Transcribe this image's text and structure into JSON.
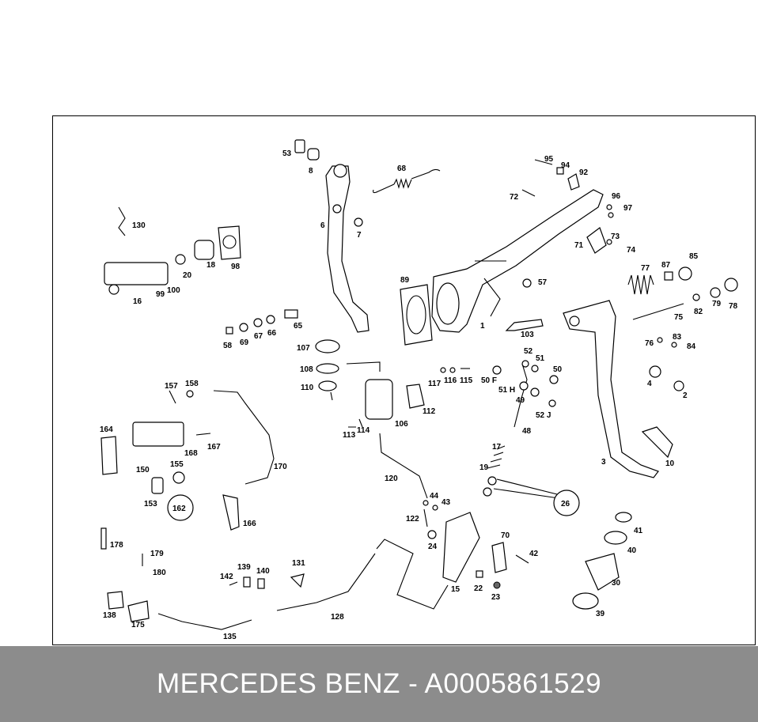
{
  "footer": {
    "title": "MERCEDES BENZ - A0005861529"
  },
  "callouts": [
    {
      "id": "c53",
      "text": "53"
    },
    {
      "id": "c8",
      "text": "8"
    },
    {
      "id": "c68",
      "text": "68"
    },
    {
      "id": "c95",
      "text": "95"
    },
    {
      "id": "c94",
      "text": "94"
    },
    {
      "id": "c92",
      "text": "92"
    },
    {
      "id": "c72",
      "text": "72"
    },
    {
      "id": "c96",
      "text": "96"
    },
    {
      "id": "c97",
      "text": "97"
    },
    {
      "id": "c130",
      "text": "130"
    },
    {
      "id": "c6",
      "text": "6"
    },
    {
      "id": "c7",
      "text": "7"
    },
    {
      "id": "c73",
      "text": "73"
    },
    {
      "id": "c71",
      "text": "71"
    },
    {
      "id": "c74",
      "text": "74"
    },
    {
      "id": "c77",
      "text": "77"
    },
    {
      "id": "c87",
      "text": "87"
    },
    {
      "id": "c85",
      "text": "85"
    },
    {
      "id": "c98",
      "text": "98"
    },
    {
      "id": "c18",
      "text": "18"
    },
    {
      "id": "c20",
      "text": "20"
    },
    {
      "id": "c16",
      "text": "16"
    },
    {
      "id": "c99",
      "text": "99"
    },
    {
      "id": "c100",
      "text": "100"
    },
    {
      "id": "c89",
      "text": "89"
    },
    {
      "id": "c57",
      "text": "57"
    },
    {
      "id": "c79",
      "text": "79"
    },
    {
      "id": "c78",
      "text": "78"
    },
    {
      "id": "c82",
      "text": "82"
    },
    {
      "id": "c75",
      "text": "75"
    },
    {
      "id": "c65",
      "text": "65"
    },
    {
      "id": "c58",
      "text": "58"
    },
    {
      "id": "c69",
      "text": "69"
    },
    {
      "id": "c67",
      "text": "67"
    },
    {
      "id": "c66",
      "text": "66"
    },
    {
      "id": "c1",
      "text": "1"
    },
    {
      "id": "c103",
      "text": "103"
    },
    {
      "id": "c76",
      "text": "76"
    },
    {
      "id": "c83",
      "text": "83"
    },
    {
      "id": "c84",
      "text": "84"
    },
    {
      "id": "c107",
      "text": "107"
    },
    {
      "id": "c52",
      "text": "52"
    },
    {
      "id": "c51",
      "text": "51"
    },
    {
      "id": "c50",
      "text": "50"
    },
    {
      "id": "c108",
      "text": "108"
    },
    {
      "id": "c117",
      "text": "117"
    },
    {
      "id": "c116",
      "text": "116"
    },
    {
      "id": "c115",
      "text": "115"
    },
    {
      "id": "c50F",
      "text": "50 F"
    },
    {
      "id": "c51H",
      "text": "51 H"
    },
    {
      "id": "c4",
      "text": "4"
    },
    {
      "id": "c2",
      "text": "2"
    },
    {
      "id": "c110",
      "text": "110"
    },
    {
      "id": "c157",
      "text": "157"
    },
    {
      "id": "c158",
      "text": "158"
    },
    {
      "id": "c49",
      "text": "49"
    },
    {
      "id": "c112",
      "text": "112"
    },
    {
      "id": "c52J",
      "text": "52 J"
    },
    {
      "id": "c106",
      "text": "106"
    },
    {
      "id": "c113",
      "text": "113"
    },
    {
      "id": "c114",
      "text": "114"
    },
    {
      "id": "c48",
      "text": "48"
    },
    {
      "id": "c164",
      "text": "164"
    },
    {
      "id": "c167",
      "text": "167"
    },
    {
      "id": "c168",
      "text": "168"
    },
    {
      "id": "c17",
      "text": "17"
    },
    {
      "id": "c3",
      "text": "3"
    },
    {
      "id": "c10",
      "text": "10"
    },
    {
      "id": "c150",
      "text": "150"
    },
    {
      "id": "c155",
      "text": "155"
    },
    {
      "id": "c170",
      "text": "170"
    },
    {
      "id": "c19",
      "text": "19"
    },
    {
      "id": "c120",
      "text": "120"
    },
    {
      "id": "c153",
      "text": "153"
    },
    {
      "id": "c162",
      "text": "162"
    },
    {
      "id": "c44",
      "text": "44"
    },
    {
      "id": "c26",
      "text": "26"
    },
    {
      "id": "c43",
      "text": "43"
    },
    {
      "id": "c166",
      "text": "166"
    },
    {
      "id": "c122",
      "text": "122"
    },
    {
      "id": "c41",
      "text": "41"
    },
    {
      "id": "c178",
      "text": "178"
    },
    {
      "id": "c70",
      "text": "70"
    },
    {
      "id": "c24",
      "text": "24"
    },
    {
      "id": "c40",
      "text": "40"
    },
    {
      "id": "c179",
      "text": "179"
    },
    {
      "id": "c42",
      "text": "42"
    },
    {
      "id": "c131",
      "text": "131"
    },
    {
      "id": "c180",
      "text": "180"
    },
    {
      "id": "c139",
      "text": "139"
    },
    {
      "id": "c142",
      "text": "142"
    },
    {
      "id": "c140",
      "text": "140"
    },
    {
      "id": "c30",
      "text": "30"
    },
    {
      "id": "c15",
      "text": "15"
    },
    {
      "id": "c22",
      "text": "22"
    },
    {
      "id": "c23",
      "text": "23"
    },
    {
      "id": "c138",
      "text": "138"
    },
    {
      "id": "c175",
      "text": "175"
    },
    {
      "id": "c128",
      "text": "128"
    },
    {
      "id": "c39",
      "text": "39"
    },
    {
      "id": "c135",
      "text": "135"
    }
  ]
}
